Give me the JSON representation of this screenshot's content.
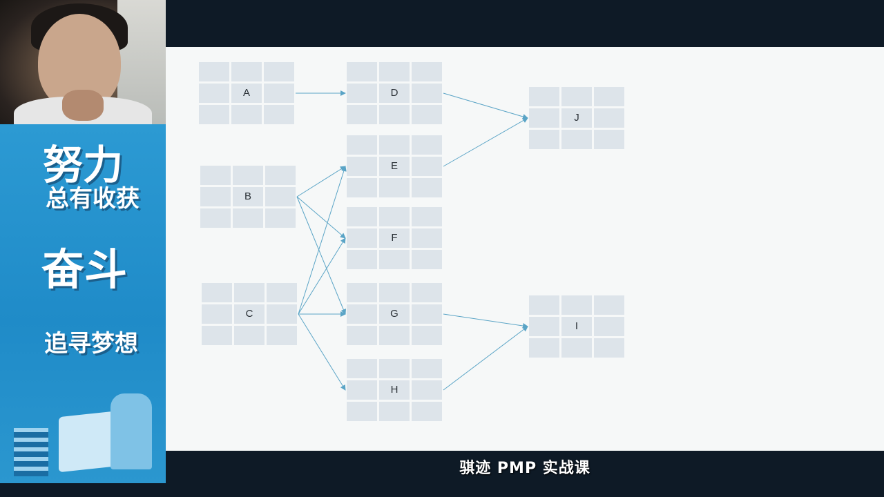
{
  "webcam": {
    "label": "presenter-webcam"
  },
  "poster": {
    "line1": "努力",
    "line2": "总有收获",
    "line3": "奋斗",
    "line4": "追寻梦想"
  },
  "diagram": {
    "nodes": [
      {
        "id": "A",
        "label": "A"
      },
      {
        "id": "B",
        "label": "B"
      },
      {
        "id": "C",
        "label": "C"
      },
      {
        "id": "D",
        "label": "D"
      },
      {
        "id": "E",
        "label": "E"
      },
      {
        "id": "F",
        "label": "F"
      },
      {
        "id": "G",
        "label": "G"
      },
      {
        "id": "H",
        "label": "H"
      },
      {
        "id": "J",
        "label": "J"
      },
      {
        "id": "I",
        "label": "I"
      }
    ],
    "edges": [
      [
        "A",
        "D"
      ],
      [
        "B",
        "E"
      ],
      [
        "B",
        "F"
      ],
      [
        "B",
        "G"
      ],
      [
        "C",
        "E"
      ],
      [
        "C",
        "F"
      ],
      [
        "C",
        "G"
      ],
      [
        "C",
        "H"
      ],
      [
        "D",
        "J"
      ],
      [
        "E",
        "J"
      ],
      [
        "G",
        "I"
      ],
      [
        "H",
        "I"
      ]
    ]
  },
  "subtitle": "骐迹 PMP 实战课"
}
